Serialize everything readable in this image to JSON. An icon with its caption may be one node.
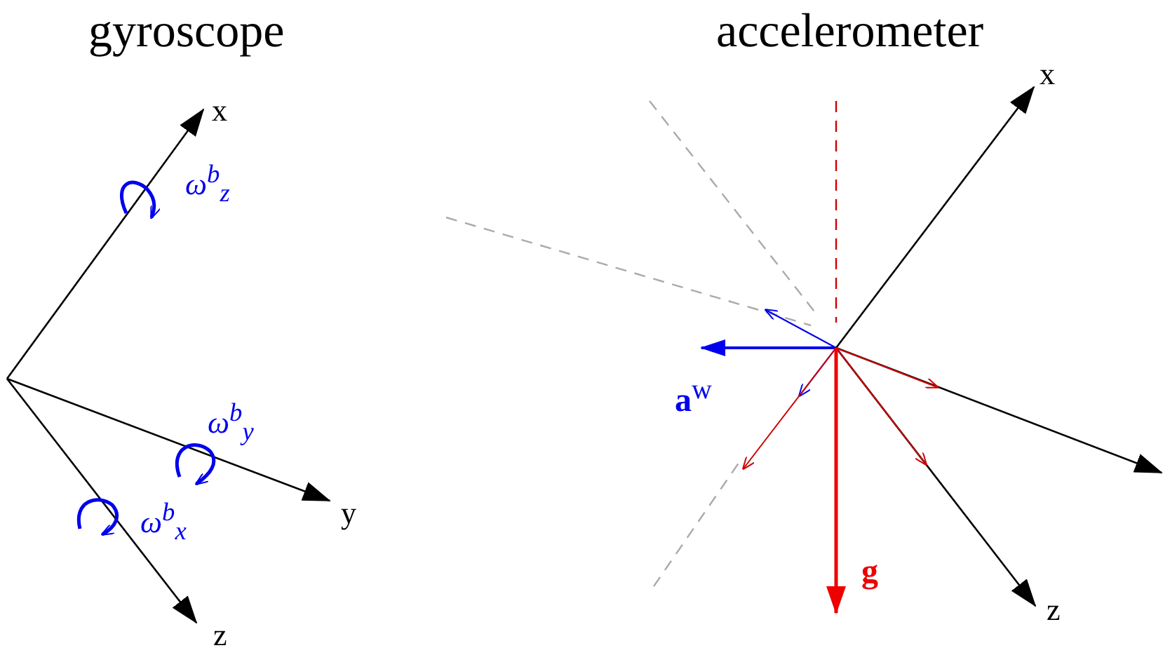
{
  "diagram": {
    "labels": [
      "gyroscope",
      "accelerometer",
      "x",
      "x",
      "ω$^{b}$$_{z}$",
      "ω$^{b}$$_{y}$",
      "**a**$^{w}$",
      "g",
      "ω$^{b}$$_{x}$",
      "y",
      "z",
      "z"
    ]
  }
}
